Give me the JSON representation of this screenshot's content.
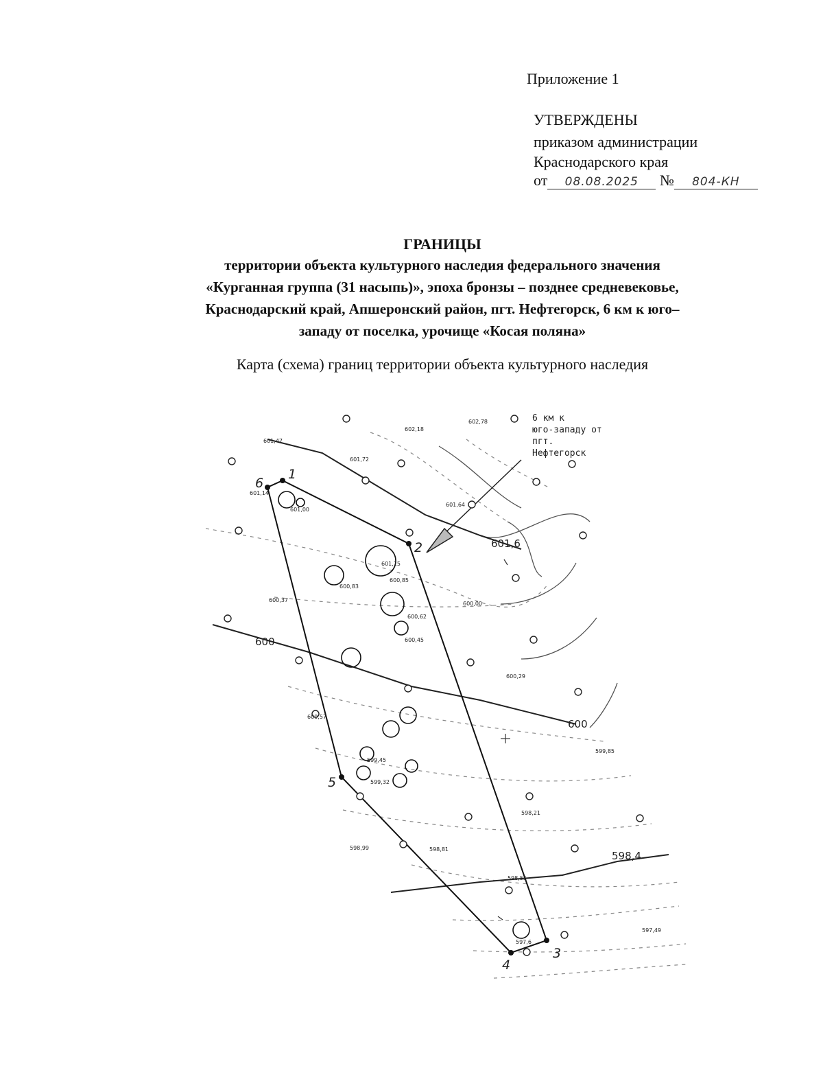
{
  "header": {
    "annex": "Приложение 1",
    "approved": "УТВЕРЖДЕНЫ",
    "approved_line2": "приказом администрации",
    "approved_line3": "Краснодарского края",
    "date_prefix": "от",
    "date_value": "08.08.2025",
    "number_prefix": "№",
    "number_value": "804-КН"
  },
  "title": {
    "heading": "ГРАНИЦЫ",
    "line1": "территории объекта культурного наследия федерального значения",
    "line2": "«Курганная группа (31 насыпь)», эпоха бронзы – позднее средневековье,",
    "line3": "Краснодарский край, Апшеронский район, пгт. Нефтегорск, 6 км к юго–",
    "line4": "западу от поселка, урочище «Косая поляна»"
  },
  "subtitle": "Карта (схема) границ территории объекта культурного наследия",
  "map": {
    "callout_lines": [
      "6 км к",
      "юго-западу от",
      "пгт.",
      "Нефтегорск"
    ],
    "contour_labels": [
      "601,6",
      "600",
      "600",
      "598,4"
    ],
    "boundary_points": [
      "1",
      "2",
      "3",
      "4",
      "5",
      "6"
    ],
    "elevation_marks": [
      "601,47",
      "602,18",
      "602,78",
      "601,72",
      "601,14",
      "601,00",
      "601,64",
      "600,37",
      "601,15",
      "600,85",
      "600,83",
      "600,00",
      "600,62",
      "600,45",
      "600,29",
      "600,57",
      "599,85",
      "599,45",
      "599,32",
      "598,21",
      "598,99",
      "598,81",
      "598,55",
      "597,49",
      "597,6"
    ]
  }
}
